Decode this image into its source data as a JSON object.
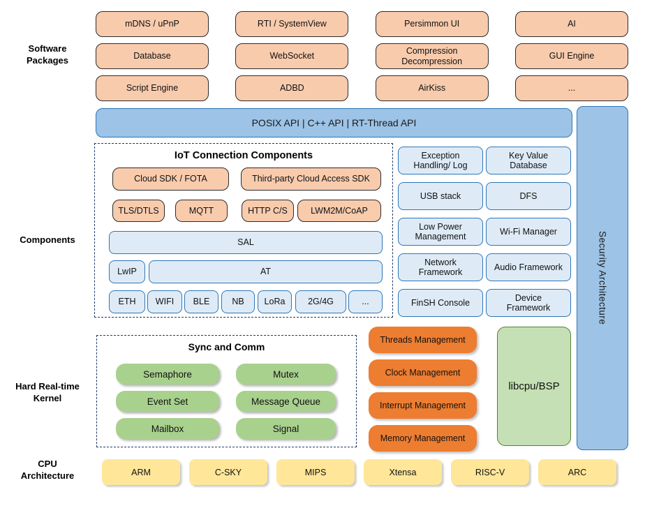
{
  "side_labels": {
    "software_packages": "Software Packages",
    "components": "Components",
    "kernel": "Hard Real-time Kernel",
    "cpu": "CPU Architecture"
  },
  "software": {
    "boxes": [
      "mDNS / uPnP",
      "RTI / SystemView",
      "Persimmon UI",
      "AI",
      "Database",
      "WebSocket",
      "Compression Decompression",
      "GUI Engine",
      "Script Engine",
      "ADBD",
      "AirKiss",
      "..."
    ]
  },
  "api_bar": {
    "label": "POSIX API  |  C++ API  |  RT-Thread API"
  },
  "security_bar": {
    "label": "Security Architecture"
  },
  "iot": {
    "title": "IoT Connection Components",
    "row1": [
      "Cloud SDK / FOTA",
      "Third-party Cloud Access SDK"
    ],
    "row2": [
      "TLS/DTLS",
      "MQTT",
      "HTTP C/S",
      "LWM2M/CoAP"
    ],
    "sal": "SAL",
    "lwip": "LwIP",
    "at": "AT",
    "chips": [
      "ETH",
      "WIFI",
      "BLE",
      "NB",
      "LoRa",
      "2G/4G",
      "..."
    ]
  },
  "services": [
    "Exception Handling/ Log",
    "Key Value Database",
    "USB stack",
    "DFS",
    "Low Power Management",
    "Wi-Fi Manager",
    "Network Framework",
    "Audio Framework",
    "FinSH Console",
    "Device Framework"
  ],
  "kernel": {
    "title": "Sync and Comm",
    "boxes": [
      "Semaphore",
      "Mutex",
      "Event Set",
      "Message Queue",
      "Mailbox",
      "Signal"
    ]
  },
  "management": [
    "Threads Management",
    "Clock Management",
    "Interrupt Management",
    "Memory Management"
  ],
  "libcpu": {
    "label": "libcpu/BSP"
  },
  "cpu": [
    "ARM",
    "C-SKY",
    "MIPS",
    "Xtensa",
    "RISC-V",
    "ARC"
  ],
  "colors": {
    "package_orange": "#F8CBAD",
    "api_blue": "#9DC3E6",
    "api_blue_border": "#2E75B6",
    "component_lightblue": "#DEEBF7",
    "kernel_green": "#A9D18E",
    "management_orange": "#ED7D31",
    "libcpu_green": "#C5E0B4",
    "libcpu_border": "#538135",
    "cpu_yellow": "#FFE699",
    "dashed_border_navy": "#1F3864"
  }
}
